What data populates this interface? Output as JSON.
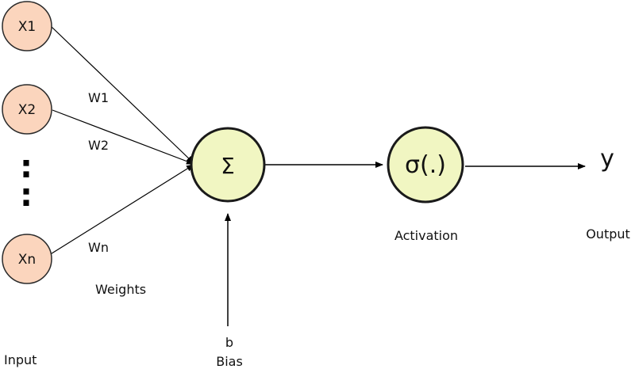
{
  "inputs": [
    "X1",
    "X2",
    "Xn"
  ],
  "ellipsis": ":",
  "weights": [
    "W1",
    "W2",
    "Wn"
  ],
  "weights_caption": "Weights",
  "input_caption": "Input",
  "summation_symbol": "Σ",
  "bias_symbol": "b",
  "bias_caption": "Bias",
  "activation_symbol": "σ(.)",
  "activation_caption": "Activation",
  "output_symbol": "y",
  "output_caption": "Output",
  "colors": {
    "input_node_fill": "#fbd5bd",
    "operation_node_fill": "#f1f6c2",
    "stroke": "#000000"
  }
}
